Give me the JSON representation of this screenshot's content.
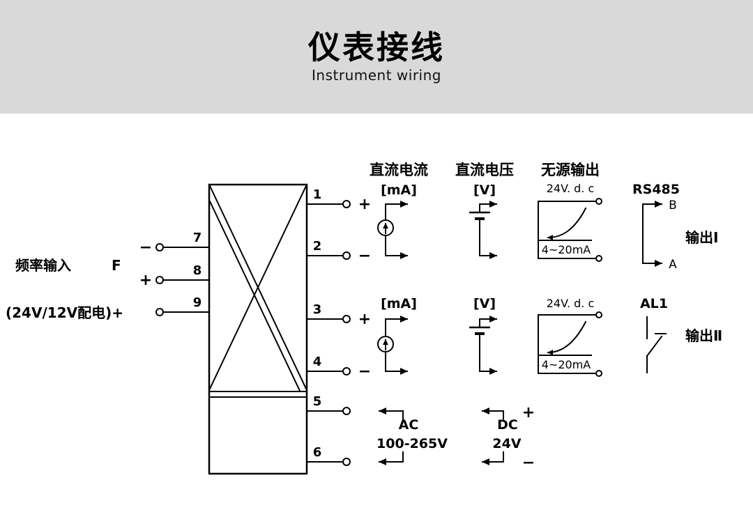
{
  "header": {
    "title": "仪表接线",
    "subtitle": "Instrument wiring"
  },
  "input": {
    "label": "频率输入",
    "symbol": "F",
    "minus": "−",
    "plus": "+",
    "power_label": "(24V/12V配电)+",
    "terminal_7": "7",
    "terminal_8": "8",
    "terminal_9": "9"
  },
  "terminals": {
    "t1": "1",
    "t2": "2",
    "t3": "3",
    "t4": "4",
    "t5": "5",
    "t6": "6",
    "t1_sign": "+",
    "t2_sign": "−",
    "t3_sign": "+",
    "t4_sign": "−"
  },
  "columns": {
    "dc_current": "直流电流",
    "dc_voltage": "直流电压",
    "passive_output": "无源输出",
    "rs485": "RS485"
  },
  "row1": {
    "ma_unit": "[mA]",
    "v_unit": "[V]",
    "box_label": "24V. d. c",
    "box_range": "4~20mA",
    "rs485_b": "B",
    "rs485_a": "A",
    "output_label": "输出Ⅰ"
  },
  "row2": {
    "ma_unit": "[mA]",
    "v_unit": "[V]",
    "box_label": "24V. d. c",
    "box_range": "4~20mA",
    "alarm_label": "AL1",
    "output_label": "输出Ⅱ"
  },
  "power": {
    "ac_label": "AC",
    "ac_range": "100-265V",
    "dc_label": "DC",
    "dc_value": "24V",
    "plus": "+",
    "minus": "−"
  }
}
